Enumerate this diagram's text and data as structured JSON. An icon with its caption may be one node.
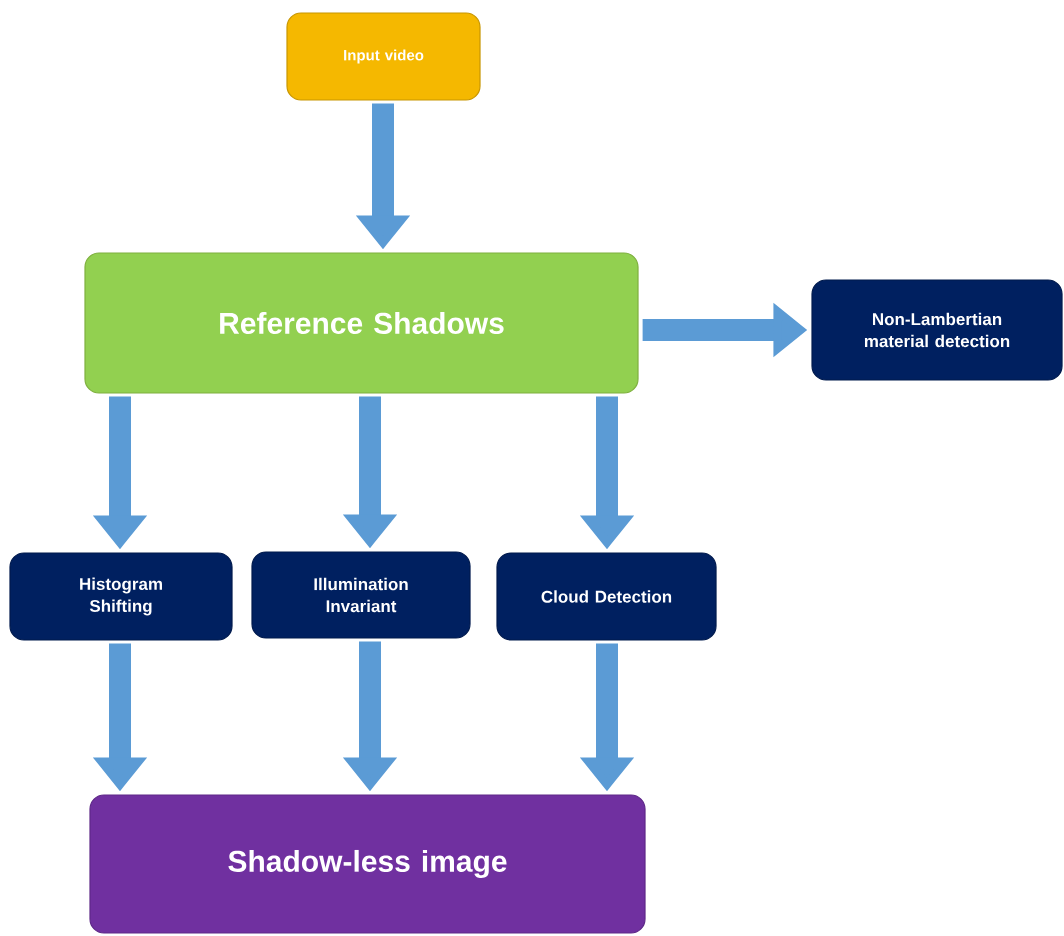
{
  "diagram": {
    "nodes": [
      {
        "text": [
          "Input video"
        ]
      },
      {
        "text": [
          "Reference Shadows"
        ]
      },
      {
        "text": [
          "Non-Lambertian material detection"
        ]
      },
      {
        "text": [
          "Histogram Shifting"
        ]
      },
      {
        "text": [
          "Illumination Invariant"
        ]
      },
      {
        "text": [
          "Cloud Detection"
        ]
      },
      {
        "text": [
          "Shadow-less image"
        ]
      }
    ],
    "edges": [
      {
        "from": 0,
        "to": 1,
        "arrow": "to"
      },
      {
        "from": 1,
        "to": 2,
        "arrow": "to"
      },
      {
        "from": 1,
        "to": 3,
        "arrow": "to"
      },
      {
        "from": 1,
        "to": 4,
        "arrow": "to"
      },
      {
        "from": 1,
        "to": 5,
        "arrow": "to"
      },
      {
        "from": 3,
        "to": 6,
        "arrow": "to"
      },
      {
        "from": 4,
        "to": 6,
        "arrow": "to"
      },
      {
        "from": 5,
        "to": 6,
        "arrow": "to"
      }
    ]
  }
}
